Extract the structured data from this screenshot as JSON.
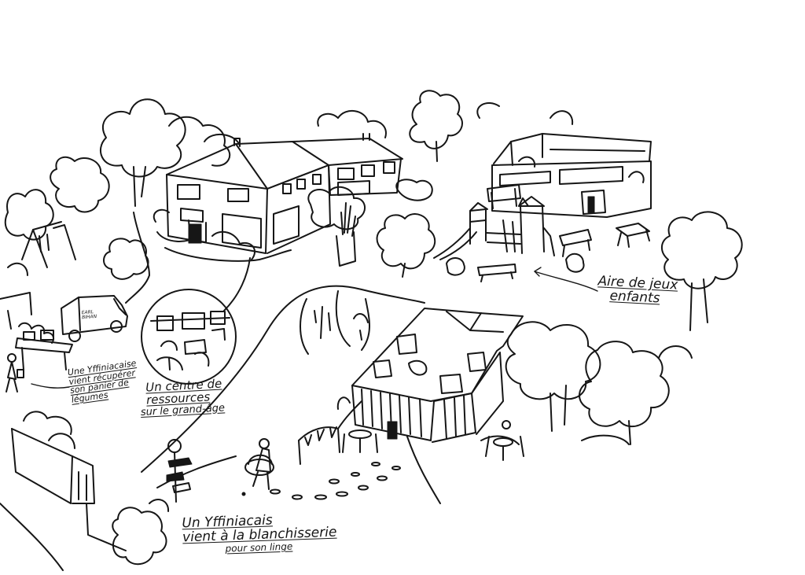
{
  "annotations": {
    "playground": {
      "line1": "Aire de jeux",
      "line2": "enfants"
    },
    "resource_centre": {
      "line1": "Un centre de",
      "line2": "ressources",
      "line3": "sur le grand-âge"
    },
    "vegetables": {
      "line1": "Une Yffiniacaise",
      "line2": "vient récupérer",
      "line3": "son panier de",
      "line4": "légumes"
    },
    "laundry": {
      "line1": "Un Yffiniacais",
      "line2": "vient à la blanchisserie",
      "line3": "pour son linge"
    }
  },
  "van_sign": "EARL BIHAN",
  "colors": {
    "ink": "#161616",
    "paper": "#ffffff"
  }
}
